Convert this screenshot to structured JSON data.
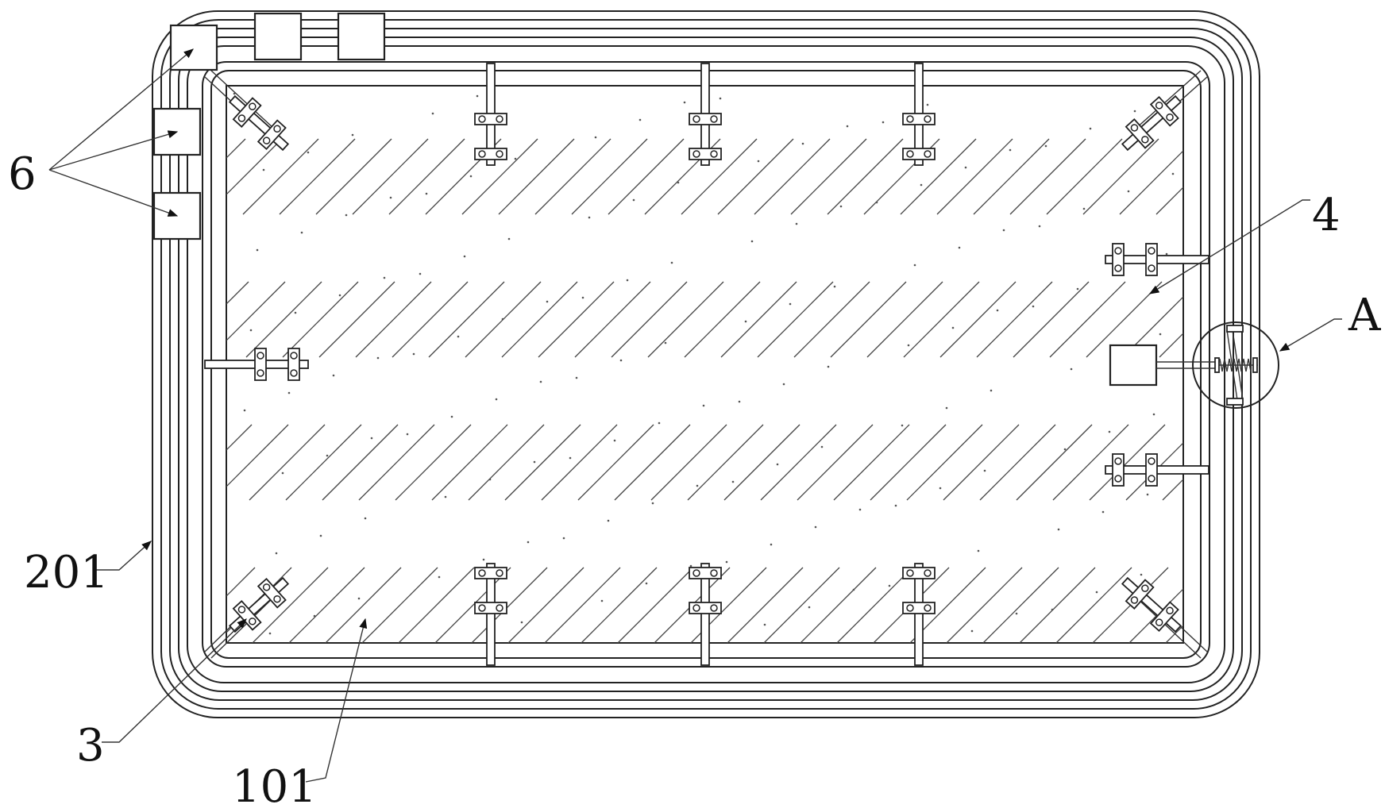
{
  "labels": {
    "l6": "6",
    "l4": "4",
    "lA": "A",
    "l201": "201",
    "l3": "3",
    "l101": "101"
  },
  "colors": {
    "line": "#222222",
    "background": "#ffffff"
  }
}
